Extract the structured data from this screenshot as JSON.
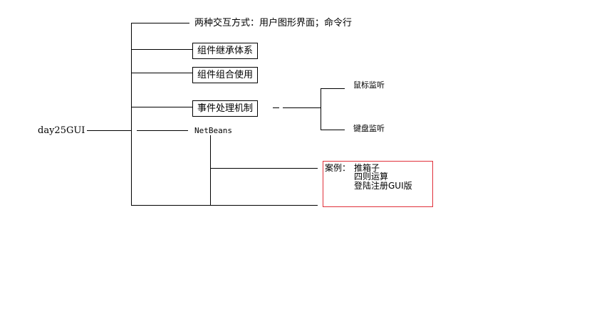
{
  "root": {
    "label": "day25GUI"
  },
  "branches": {
    "interaction": "两种交互方式：用户图形界面；命令行",
    "inheritance": "组件继承体系",
    "composition": "组件组合使用",
    "events": "事件处理机制",
    "netbeans": "NetBeans"
  },
  "event_children": {
    "mouse": "鼠标监听",
    "keyboard": "键盘监听"
  },
  "examples": {
    "prefix": "案例：",
    "items": [
      "推箱子",
      "四则运算",
      "登陆注册GUI版"
    ]
  },
  "colors": {
    "line": "#000000",
    "example_border": "#e0303a"
  }
}
